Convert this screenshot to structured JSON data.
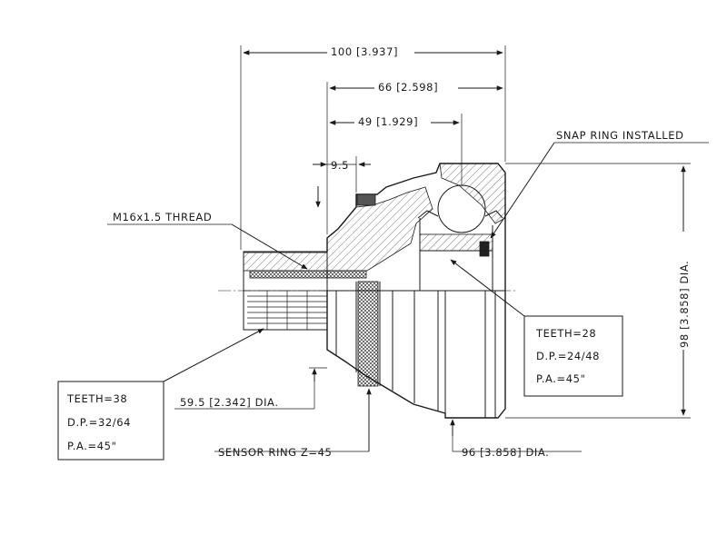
{
  "dimensions": {
    "overall_length": "100 [3.937]",
    "length_66": "66 [2.598]",
    "length_49": "49 [1.929]",
    "length_9_5": "9.5",
    "diameter_98": "98 [3.858] DIA.",
    "diameter_59_5": "59.5 [2.342] DIA.",
    "diameter_96": "96 [3.858] DIA."
  },
  "callouts": {
    "snap_ring": "SNAP RING INSTALLED",
    "thread": "M16x1.5 THREAD",
    "sensor_ring": "SENSOR RING Z=45"
  },
  "spec_boxes": {
    "outer_spline": [
      "TEETH=38",
      "D.P.=32/64",
      "P.A.=45\""
    ],
    "inner_spline": [
      "TEETH=28",
      "D.P.=24/48",
      "P.A.=45\""
    ]
  }
}
